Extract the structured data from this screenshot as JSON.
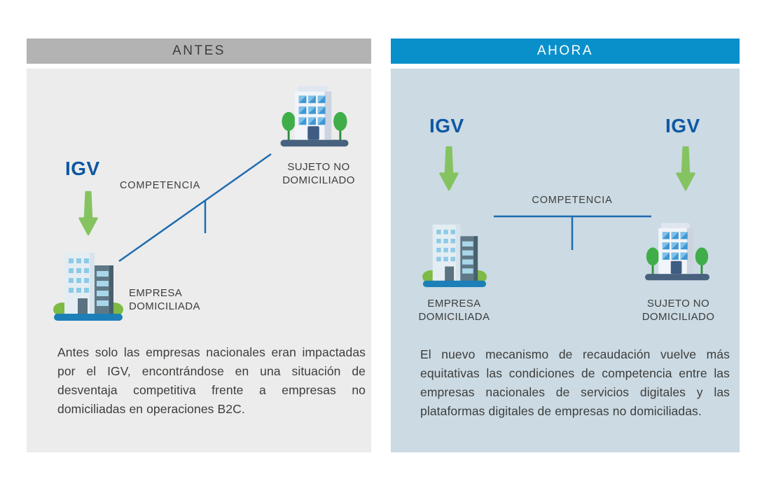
{
  "colors": {
    "header_before_bg": "#b3b3b3",
    "header_now_bg": "#0990cb",
    "panel_before_bg": "#ececec",
    "panel_now_bg": "#cbdae3",
    "igv_blue": "#0e57a3",
    "arrow_green": "#85c361",
    "line_blue": "#1e6cb0",
    "text_dark": "#3d3d3b",
    "header_now_text": "#ffffff"
  },
  "before_panel": {
    "header": "ANTES",
    "igv_label": "IGV",
    "competencia_label": "COMPETENCIA",
    "sujeto_label_line1": "SUJETO NO",
    "sujeto_label_line2": "DOMICILIADO",
    "empresa_label_line1": "EMPRESA",
    "empresa_label_line2": "DOMICILIADA",
    "paragraph": "Antes solo las empresas nacionales eran impactadas por el IGV, encontrándose en una situación de desventaja competitiva frente a empresas no domiciliadas en operaciones B2C."
  },
  "now_panel": {
    "header": "AHORA",
    "igv_label_left": "IGV",
    "igv_label_right": "IGV",
    "competencia_label": "COMPETENCIA",
    "empresa_label_line1": "EMPRESA",
    "empresa_label_line2": "DOMICILIADA",
    "sujeto_label_line1": "SUJETO NO",
    "sujeto_label_line2": "DOMICILIADO",
    "paragraph": "El nuevo mecanismo de recaudación vuelve más equitativas las condiciones de competencia entre las empresas nacionales de servicios digitales y las plataformas digitales de empresas no domiciliadas."
  }
}
